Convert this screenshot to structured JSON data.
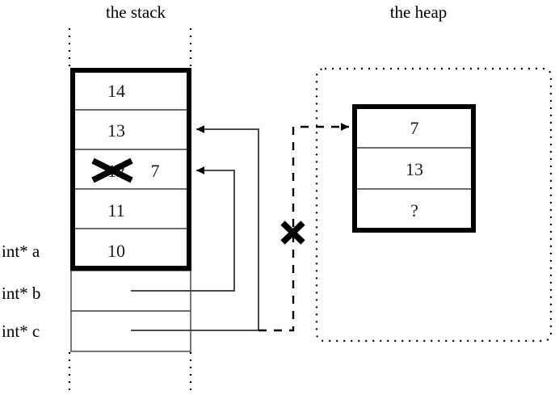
{
  "diagram": {
    "title_stack": "the stack",
    "title_heap": "the heap",
    "stack": {
      "cells": [
        {
          "value": "14",
          "struck": false,
          "new_value": ""
        },
        {
          "value": "13",
          "struck": false,
          "new_value": ""
        },
        {
          "value": "12",
          "struck": true,
          "new_value": "7"
        },
        {
          "value": "11",
          "struck": false,
          "new_value": ""
        },
        {
          "value": "10",
          "struck": false,
          "new_value": ""
        }
      ],
      "pointer_labels": [
        "int* a",
        "int* b",
        "int* c"
      ]
    },
    "heap": {
      "cells": [
        {
          "value": "7"
        },
        {
          "value": "13"
        },
        {
          "value": "?"
        }
      ]
    },
    "marks": {
      "cross_cell_label": "cancelled-value-x",
      "cross_pointer_label": "broken-pointer-x"
    },
    "colors": {
      "ink": "#000000",
      "cell_rule": "#555555",
      "background": "#ffffff"
    }
  }
}
